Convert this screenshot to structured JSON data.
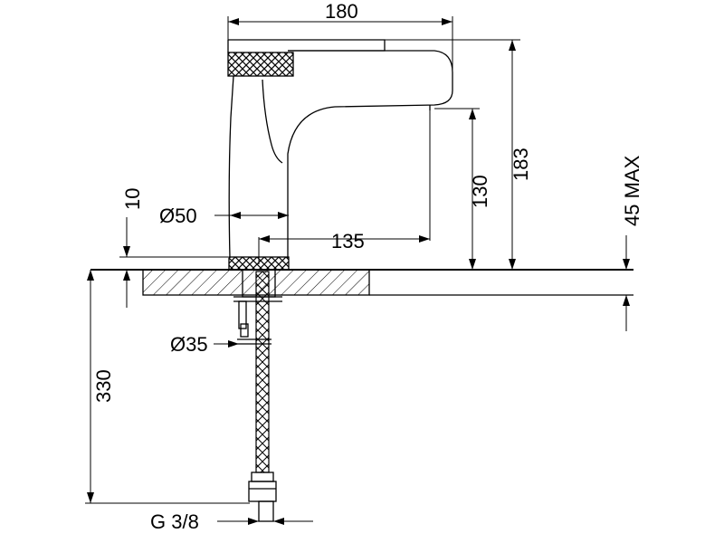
{
  "dimensions": {
    "width_top": "180",
    "height_total": "183",
    "spout_height": "130",
    "spout_reach": "135",
    "base_diameter": "Ø50",
    "base_offset": "10",
    "max_thickness": "45 MAX",
    "hole_diameter": "Ø35",
    "hose_length": "330",
    "connection": "G 3/8"
  }
}
